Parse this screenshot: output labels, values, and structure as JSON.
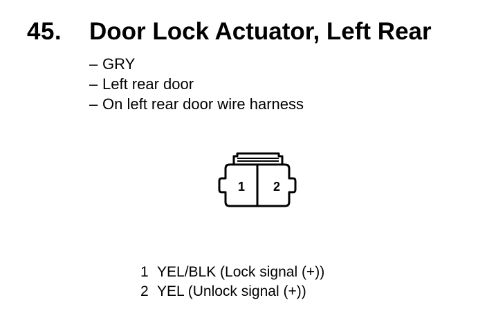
{
  "heading": {
    "number": "45.",
    "title": "Door Lock Actuator, Left Rear"
  },
  "details": [
    {
      "dash": "–",
      "text": "GRY"
    },
    {
      "dash": "–",
      "text": "Left rear door"
    },
    {
      "dash": "–",
      "text": "On left rear door wire harness"
    }
  ],
  "connector": {
    "terminals": [
      "1",
      "2"
    ]
  },
  "pinout": [
    {
      "pin": "1",
      "description": "YEL/BLK (Lock signal (+))"
    },
    {
      "pin": "2",
      "description": "YEL (Unlock signal (+))"
    }
  ]
}
